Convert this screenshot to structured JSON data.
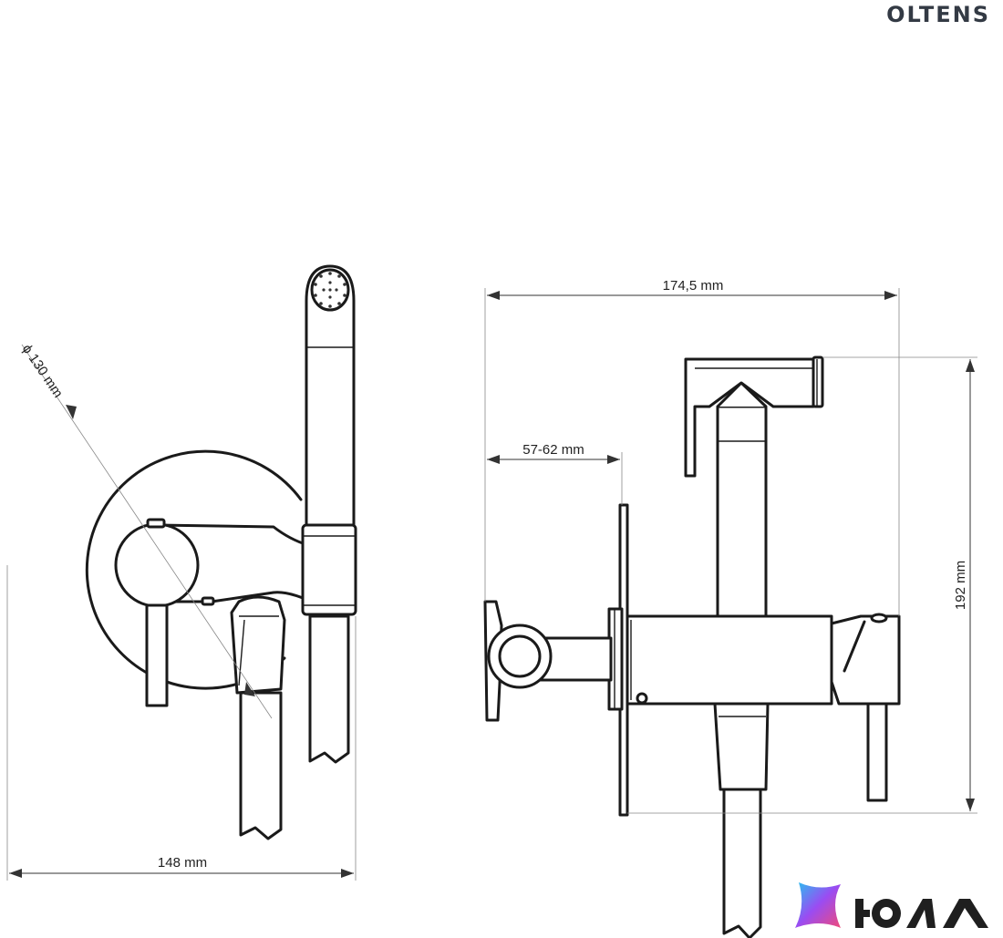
{
  "brand": {
    "name": "OLTENS"
  },
  "dimensions": {
    "diameter": "ϕ 130 mm",
    "width_front": "148 mm",
    "length_side": "174,5 mm",
    "wall_depth": "57-62 mm",
    "height_side": "192 mm"
  },
  "watermark": {
    "text": "ЮЛА"
  }
}
